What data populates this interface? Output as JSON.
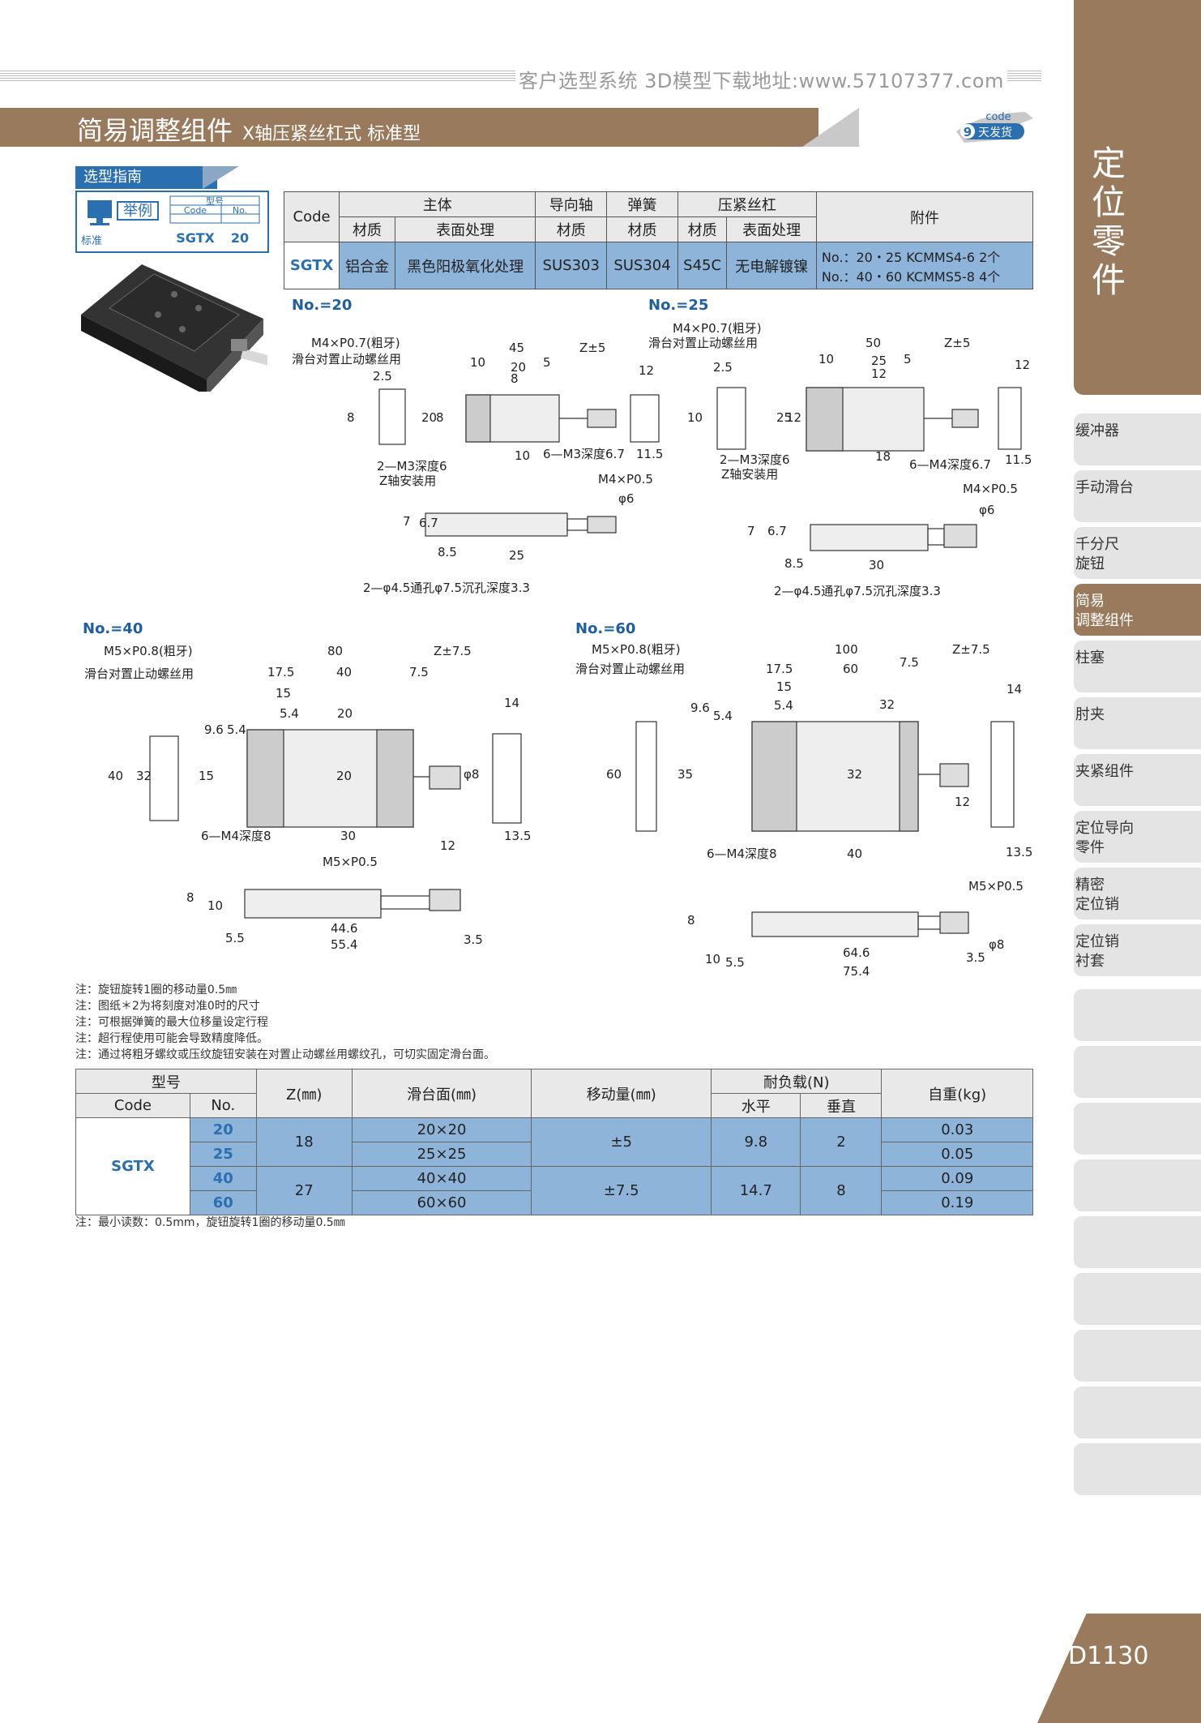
{
  "header": {
    "url_text": "客户选型系统  3D模型下载地址:www.57107377.com",
    "title": "简易调整组件",
    "subtitle": "X轴压紧丝杠式 标准型",
    "badge_code": "code",
    "badge_days": "9",
    "badge_text": "天发货"
  },
  "side": {
    "main": "定位零件",
    "tabs": [
      "缓冲器",
      "手动滑台",
      "千分尺\n旋钮",
      "简易\n调整组件",
      "柱塞",
      "肘夹",
      "夹紧组件",
      "定位导向\n零件",
      "精密\n定位销",
      "定位销\n衬套"
    ],
    "active_index": 3,
    "page_number": "D1130"
  },
  "guide": {
    "title": "选型指南",
    "example": "举例",
    "standard": "标准",
    "model": "型号",
    "code_h": "Code",
    "no_h": "No.",
    "code_v": "SGTX",
    "no_v": "20"
  },
  "spec": {
    "code": "Code",
    "main_body": "主体",
    "guide_shaft": "导向轴",
    "spring": "弹簧",
    "screw": "压紧丝杠",
    "accessory": "附件",
    "material": "材质",
    "surface": "表面处理",
    "row": {
      "code": "SGTX",
      "m1": "铝合金",
      "s1": "黑色阳极氧化处理",
      "m2": "SUS303",
      "m3": "SUS304",
      "m4": "S45C",
      "s4": "无电解镀镍",
      "acc1": "No.：20・25  KCMMS4-6  2个",
      "acc2": "No.：40・60  KCMMS5-8  4个"
    }
  },
  "drawings": {
    "no20": {
      "label": "No.=20",
      "t1": "M4×P0.7(粗牙)",
      "t2": "滑台对置止动螺丝用",
      "t3": "2—M3深度6",
      "t4": "Z轴安装用",
      "t5": "6—M3深度6.7",
      "t6": "M4×P0.5",
      "t7": "2—φ4.5通孔φ7.5沉孔深度3.3",
      "d": [
        "45",
        "Z±5",
        "10",
        "20",
        "5",
        "8",
        "2.5",
        "8",
        "20",
        "8",
        "10",
        "12",
        "11.5",
        "7",
        "6.7",
        "φ6",
        "8.5",
        "25"
      ]
    },
    "no25": {
      "label": "No.=25",
      "t1": "M4×P0.7(粗牙)",
      "t2": "滑台对置止动螺丝用",
      "t3": "2—M3深度6",
      "t4": "Z轴安装用",
      "t5": "6—M4深度6.7",
      "t6": "M4×P0.5",
      "t7": "2—φ4.5通孔φ7.5沉孔深度3.3",
      "d": [
        "50",
        "Z±5",
        "10",
        "25",
        "5",
        "12",
        "2.5",
        "10",
        "25",
        "12",
        "18",
        "12",
        "11.5",
        "7",
        "6.7",
        "φ6",
        "8.5",
        "30"
      ]
    },
    "no40": {
      "label": "No.=40",
      "t1": "M5×P0.8(粗牙)",
      "t2": "滑台对置止动螺丝用",
      "t3": "6—M4深度8",
      "t4": "M5×P0.5",
      "d": [
        "80",
        "Z±7.5",
        "17.5",
        "40",
        "7.5",
        "15",
        "5.4",
        "20",
        "9.6",
        "5.4",
        "15",
        "20",
        "40",
        "32",
        "30",
        "14",
        "φ8",
        "13.5",
        "12",
        "8",
        "10",
        "5.5",
        "44.6",
        "55.4",
        "3.5"
      ]
    },
    "no60": {
      "label": "No.=60",
      "t1": "M5×P0.8(粗牙)",
      "t2": "滑台对置止动螺丝用",
      "t3": "6—M4深度8",
      "t4": "M5×P0.5",
      "d": [
        "100",
        "Z±7.5",
        "17.5",
        "60",
        "7.5",
        "15",
        "5.4",
        "32",
        "9.6",
        "5.4",
        "35",
        "32",
        "60",
        "40",
        "14",
        "12",
        "13.5",
        "8",
        "10",
        "5.5",
        "64.6",
        "75.4",
        "3.5",
        "φ8"
      ]
    }
  },
  "notes": [
    "注：旋钮旋转1圈的移动量0.5㎜",
    "注：图纸＊2为将刻度对准0时的尺寸",
    "注：可根据弹簧的最大位移量设定行程",
    "注：超行程使用可能会导致精度降低。",
    "注：通过将粗牙螺纹或压纹旋钮安装在对置止动螺丝用螺纹孔，可切实固定滑台面。"
  ],
  "table": {
    "h_model": "型号",
    "h_code": "Code",
    "h_no": "No.",
    "h_z": "Z(㎜)",
    "h_surface": "滑台面(㎜)",
    "h_travel": "移动量(㎜)",
    "h_load": "耐负载(N)",
    "h_horiz": "水平",
    "h_vert": "垂直",
    "h_weight": "自重(kg)",
    "code": "SGTX",
    "rows": [
      {
        "no": "20",
        "surface": "20×20",
        "weight": "0.03"
      },
      {
        "no": "25",
        "surface": "25×25",
        "weight": "0.05"
      },
      {
        "no": "40",
        "surface": "40×40",
        "weight": "0.09"
      },
      {
        "no": "60",
        "surface": "60×60",
        "weight": "0.19"
      }
    ],
    "groups": [
      {
        "z": "18",
        "travel": "±5",
        "horiz": "9.8",
        "vert": "2"
      },
      {
        "z": "27",
        "travel": "±7.5",
        "horiz": "14.7",
        "vert": "8"
      }
    ]
  },
  "footnote": "注：最小读数：0.5mm，旋钮旋转1圈的移动量0.5㎜"
}
